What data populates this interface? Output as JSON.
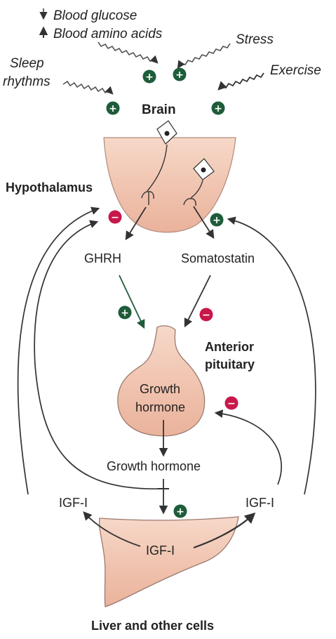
{
  "inputs": {
    "glucose_arrow": "↓",
    "glucose": "Blood glucose",
    "amino_arrow": "↑",
    "amino": "Blood amino acids",
    "stress": "Stress",
    "exercise": "Exercise",
    "sleep_line1": "Sleep",
    "sleep_line2": "rhythms"
  },
  "labels": {
    "brain": "Brain",
    "hypothalamus": "Hypothalamus",
    "ghrh": "GHRH",
    "somatostatin": "Somatostatin",
    "anterior_pituitary_line1": "Anterior",
    "anterior_pituitary_line2": "pituitary",
    "gh_gland_line1": "Growth",
    "gh_gland_line2": "hormone",
    "growth_hormone": "Growth hormone",
    "igf_left": "IGF-I",
    "igf_right": "IGF-I",
    "igf_liver": "IGF-I",
    "liver": "Liver and other cells"
  },
  "signs": {
    "plus": "+",
    "minus": "−"
  },
  "colors": {
    "tissue_fill": "#f2c7b2",
    "tissue_stroke": "#9b7a70",
    "stimulate_green": "#1e5c3a",
    "inhibit_red": "#c8174a",
    "arrow": "#333333"
  }
}
